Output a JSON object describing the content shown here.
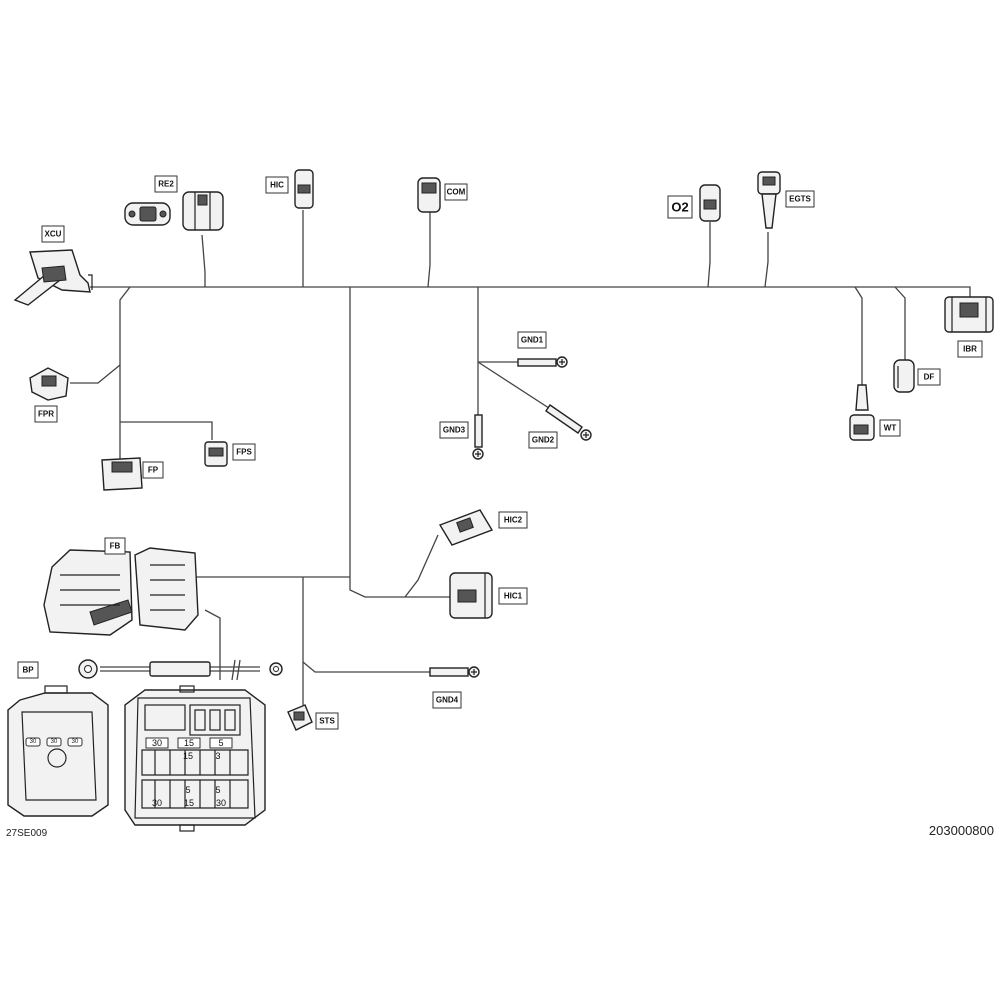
{
  "labels": {
    "re2": "RE2",
    "hic": "HIC",
    "com": "COM",
    "o2": "O2",
    "egts": "EGTS",
    "xcu": "XCU",
    "ibr": "IBR",
    "fpr": "FPR",
    "gnd1": "GND1",
    "df": "DF",
    "wt": "WT",
    "gnd3": "GND3",
    "gnd2": "GND2",
    "fps": "FPS",
    "fp": "FP",
    "hic2": "HIC2",
    "fb": "FB",
    "hic1": "HIC1",
    "bp": "BP",
    "gnd4": "GND4",
    "sts": "STS"
  },
  "fuse_box": {
    "row1": [
      "30",
      "15",
      "5"
    ],
    "row2": [
      "15",
      "3"
    ],
    "row3": [
      "5",
      "5"
    ],
    "row4": [
      "30",
      "15",
      "30"
    ]
  },
  "cover_marks": [
    "30",
    "30",
    "30"
  ],
  "references": {
    "left": "27SE009",
    "right": "203000800"
  }
}
